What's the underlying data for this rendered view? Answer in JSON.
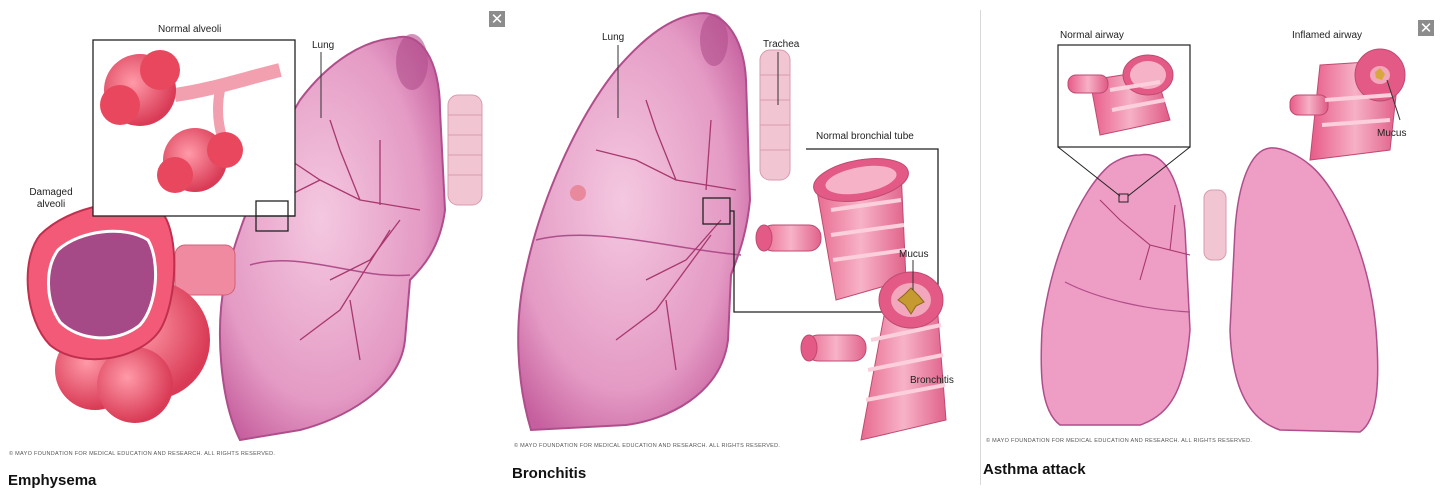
{
  "panels": [
    {
      "title": "Emphysema",
      "labels": {
        "normal": "Normal alveoli",
        "lung": "Lung",
        "damaged": "Damaged alveoli"
      },
      "copyright": "© MAYO FOUNDATION FOR MEDICAL EDUCATION AND RESEARCH. ALL RIGHTS RESERVED.",
      "close_glyph": "✕"
    },
    {
      "title": "Bronchitis",
      "labels": {
        "lung": "Lung",
        "trachea": "Trachea",
        "normal": "Normal bronchial tube",
        "mucus": "Mucus",
        "bronchitis": "Bronchitis"
      },
      "copyright": "© MAYO FOUNDATION FOR MEDICAL EDUCATION AND RESEARCH. ALL RIGHTS RESERVED."
    },
    {
      "title": "Asthma attack",
      "labels": {
        "normal": "Normal airway",
        "inflamed": "Inflamed airway",
        "mucus": "Mucus"
      },
      "copyright": "© MAYO FOUNDATION FOR MEDICAL EDUCATION AND RESEARCH. ALL RIGHTS RESERVED.",
      "close_glyph": "✕"
    }
  ],
  "colors": {
    "lung_fill": "#e59ac6",
    "lung_edge": "#b04e8c",
    "vessel": "#a8386e",
    "alveoli": "#e8475e",
    "airway": "#f18aa8"
  }
}
